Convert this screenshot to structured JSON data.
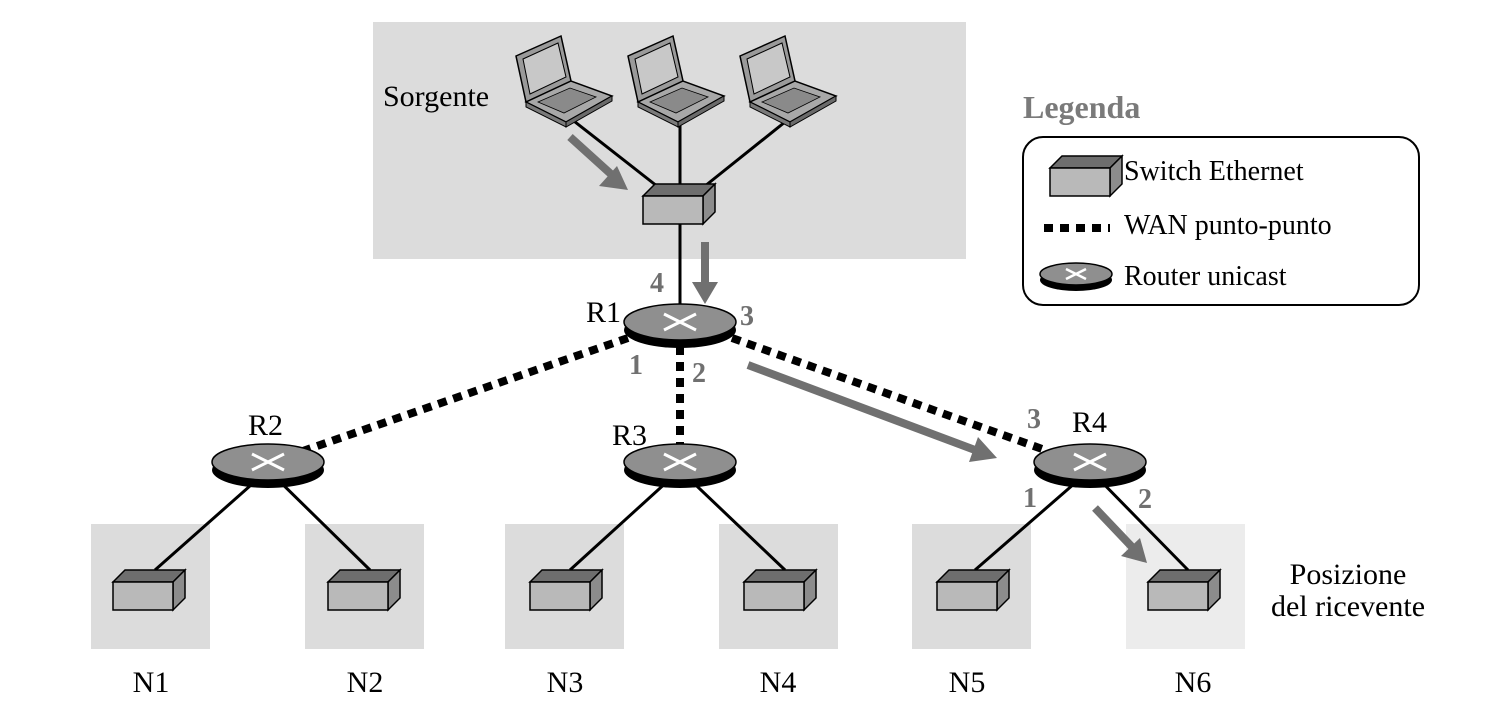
{
  "source": {
    "label": "Sorgente"
  },
  "legend": {
    "title": "Legenda",
    "items": [
      {
        "symbol": "switch",
        "label": "Switch Ethernet"
      },
      {
        "symbol": "wan",
        "label": "WAN punto-punto"
      },
      {
        "symbol": "router",
        "label": "Router unicast"
      }
    ]
  },
  "routers": [
    {
      "id": "r1",
      "label": "R1",
      "ports": [
        "4",
        "3",
        "1",
        "2"
      ]
    },
    {
      "id": "r2",
      "label": "R2",
      "ports": []
    },
    {
      "id": "r3",
      "label": "R3",
      "ports": []
    },
    {
      "id": "r4",
      "label": "R4",
      "ports": [
        "3",
        "1",
        "2"
      ]
    }
  ],
  "networks": [
    "N1",
    "N2",
    "N3",
    "N4",
    "N5",
    "N6"
  ],
  "receiver": {
    "line1": "Posizione",
    "line2": "del ricevente"
  },
  "colors": {
    "region": "#dcdcdc",
    "receiver_region": "#ececec",
    "arrow": "#707070",
    "router": "#8f8f8f",
    "switch_top": "#6e6e6e",
    "switch_front": "#b9b9b9"
  }
}
